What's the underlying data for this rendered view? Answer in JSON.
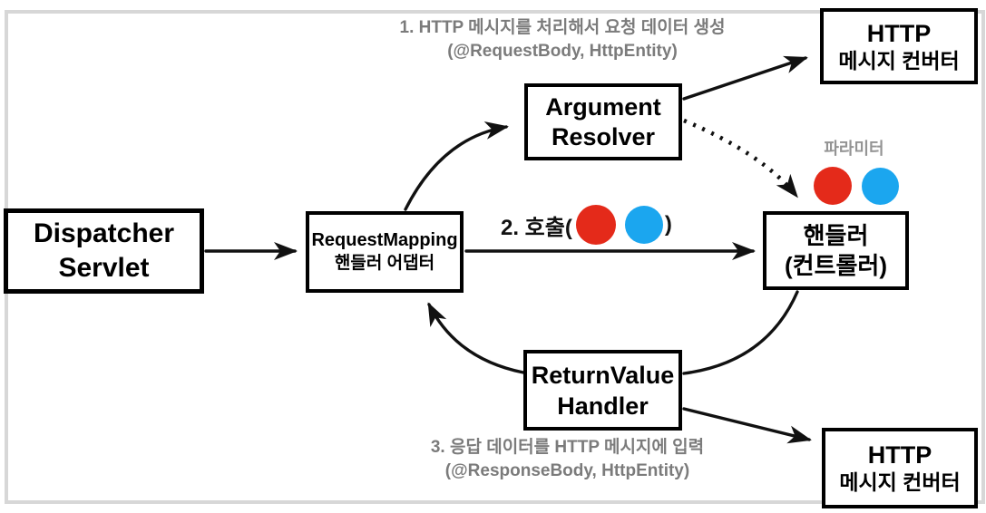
{
  "boxes": {
    "dispatcher": {
      "line1": "Dispatcher",
      "line2": "Servlet"
    },
    "adapter": {
      "line1": "RequestMapping",
      "line2": "핸들러 어댑터"
    },
    "argument_resolver": {
      "line1": "Argument",
      "line2": "Resolver"
    },
    "handler": {
      "line1": "핸들러",
      "line2": "(컨트롤러)"
    },
    "http_converter_top": {
      "line1": "HTTP",
      "line2": "메시지 컨버터"
    },
    "return_value_handler": {
      "line1": "ReturnValue",
      "line2": "Handler"
    },
    "http_converter_bottom": {
      "line1": "HTTP",
      "line2": "메시지 컨버터"
    }
  },
  "annotations": {
    "step1_line1": "1. HTTP 메시지를 처리해서 요청 데이터 생성",
    "step1_line2": "(@RequestBody, HttpEntity)",
    "step2_prefix": "2. 호출(",
    "step2_suffix": ")",
    "step3_line1": "3. 응답 데이터를 HTTP 메시지에 입력",
    "step3_line2": "(@ResponseBody, HttpEntity)",
    "parameter_label": "파라미터"
  },
  "colors": {
    "parameter_red": "#e42a1a",
    "parameter_blue": "#1ba6ef",
    "annotation_gray": "#7b7b7b",
    "parameter_label_gray": "#949494",
    "line_black": "#111111",
    "outer_border_gray": "#d7d7d7"
  }
}
